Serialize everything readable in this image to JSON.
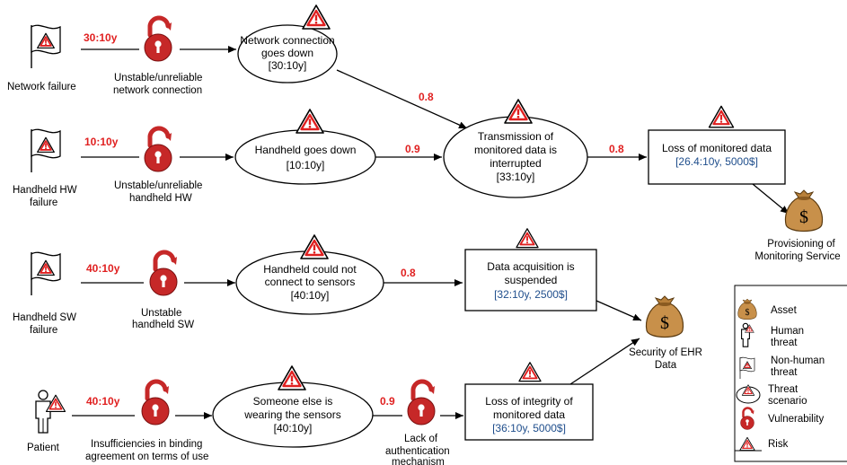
{
  "threats": {
    "network_failure": "Network failure",
    "handheld_hw_failure_1": "Handheld HW",
    "handheld_hw_failure_2": "failure",
    "handheld_sw_failure_1": "Handheld SW",
    "handheld_sw_failure_2": "failure",
    "patient": "Patient"
  },
  "likelihoods": {
    "l1": "30:10y",
    "l2": "10:10y",
    "l3": "40:10y",
    "l4": "40:10y"
  },
  "vulnerabilities": {
    "v1_a": "Unstable/unreliable",
    "v1_b": "network connection",
    "v2_a": "Unstable/unreliable",
    "v2_b": "handheld HW",
    "v3_a": "Unstable",
    "v3_b": "handheld SW",
    "v4_a": "Insufficiencies in binding",
    "v4_b": "agreement on terms of use",
    "v5_a": "Lack of",
    "v5_b": "authentication",
    "v5_c": "mechanism"
  },
  "scenarios": {
    "s1_a": "Network connection",
    "s1_b": "goes down",
    "s1_c": "[30:10y]",
    "s2_a": "Handheld goes down",
    "s2_b": "[10:10y]",
    "s3_a": "Transmission of",
    "s3_b": "monitored data is",
    "s3_c": "interrupted",
    "s3_d": "[33:10y]",
    "s4_a": "Handheld could not",
    "s4_b": "connect to sensors",
    "s4_c": "[40:10y]",
    "s5_a": "Someone else is",
    "s5_b": "wearing the sensors",
    "s5_c": "[40:10y]"
  },
  "conditional_probabilities": {
    "p1": "0.8",
    "p2": "0.9",
    "p3": "0.8",
    "p4": "0.8",
    "p5": "0.9"
  },
  "risks": {
    "r1_a": "Loss of monitored data",
    "r1_b": "[26.4:10y, 5000$]",
    "r2_a": "Data acquisition is",
    "r2_b": "suspended",
    "r2_c": "[32:10y, 2500$]",
    "r3_a": "Loss of integrity of",
    "r3_b": "monitored data",
    "r3_c": "[36:10y, 5000$]"
  },
  "assets": {
    "a1_a": "Provisioning of",
    "a1_b": "Monitoring Service",
    "a2_a": "Security of EHR",
    "a2_b": "Data"
  },
  "legend": {
    "asset": "Asset",
    "human_threat_a": "Human",
    "human_threat_b": "threat",
    "nonhuman_threat_a": "Non-human",
    "nonhuman_threat_b": "threat",
    "threat_scenario_a": "Threat",
    "threat_scenario_b": "scenario",
    "vulnerability": "Vulnerability",
    "risk": "Risk"
  },
  "colors": {
    "red": "#e02020",
    "lock_red": "#c62828",
    "blue_text": "#1f4e8c",
    "asset_gold": "#b8803a"
  }
}
